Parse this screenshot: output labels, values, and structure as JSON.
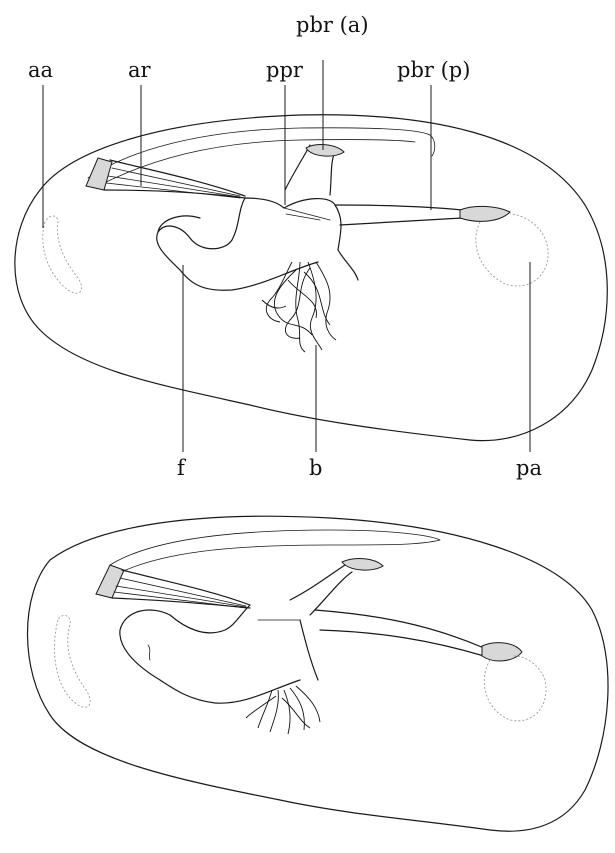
{
  "labels": {
    "aa": "aa",
    "ar": "ar",
    "ppr": "ppr",
    "pbr_a": "pbr (a)",
    "pbr_p": "pbr (p)",
    "f": "f",
    "b": "b",
    "pa": "pa"
  }
}
